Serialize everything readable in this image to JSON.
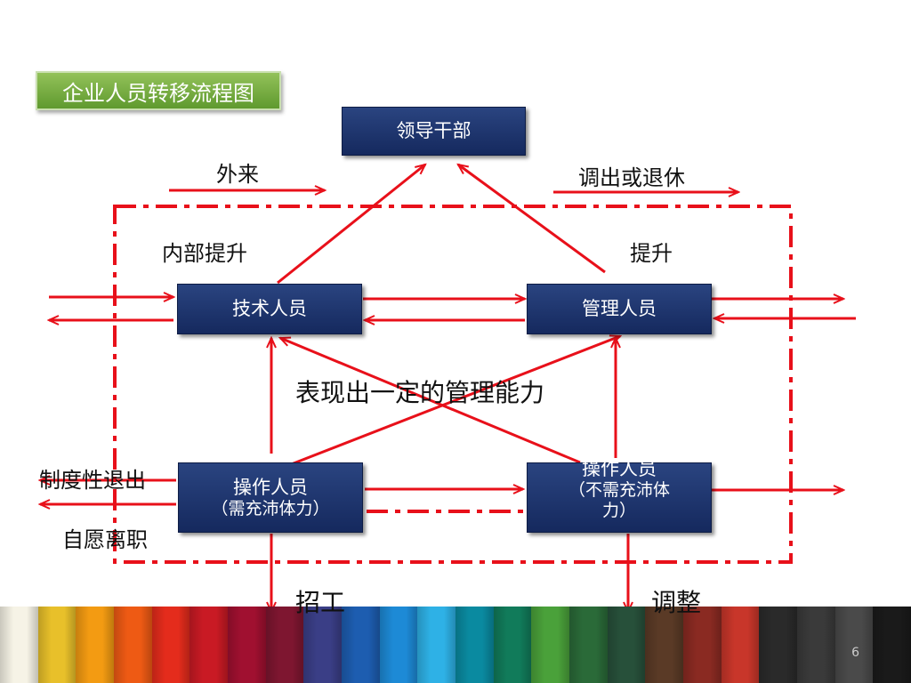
{
  "title": "企业人员转移流程图",
  "nodes": {
    "leader": "领导干部",
    "tech": "技术人员",
    "management": "管理人员",
    "operator_a": {
      "line1": "操作人员",
      "line2": "（需充沛体力）"
    },
    "operator_b": {
      "line1": "操作人员",
      "line2": "（不需充沛体",
      "line3": "力）"
    }
  },
  "labels": {
    "external": "外来",
    "transfer_out": "调出或退休",
    "internal_promotion": "内部提升",
    "promotion": "提升",
    "management_ability": "表现出一定的管理能力",
    "institutional_exit": "制度性退出",
    "voluntary_leave": "自愿离职",
    "recruit": "招工",
    "adjust": "调整"
  },
  "colors": {
    "arrow": "#e8101a",
    "box": "#1b3068",
    "title_bg": "#78ab45"
  },
  "stripe_colors": [
    "#f6f3e6",
    "#e8c02a",
    "#f39b12",
    "#ee5a14",
    "#e42c1c",
    "#c91a24",
    "#a01030",
    "#7e1630",
    "#3a3e86",
    "#1d5db0",
    "#1d8ad6",
    "#2eb1e6",
    "#0a8aa0",
    "#117b5a",
    "#4aa13a",
    "#2a6a38",
    "#27503a",
    "#5a3a26",
    "#8a2a22",
    "#c8362a",
    "#2a2a2a",
    "#3a3a3a",
    "#4a4a4a",
    "#1a1a1a"
  ],
  "page_number": "6"
}
